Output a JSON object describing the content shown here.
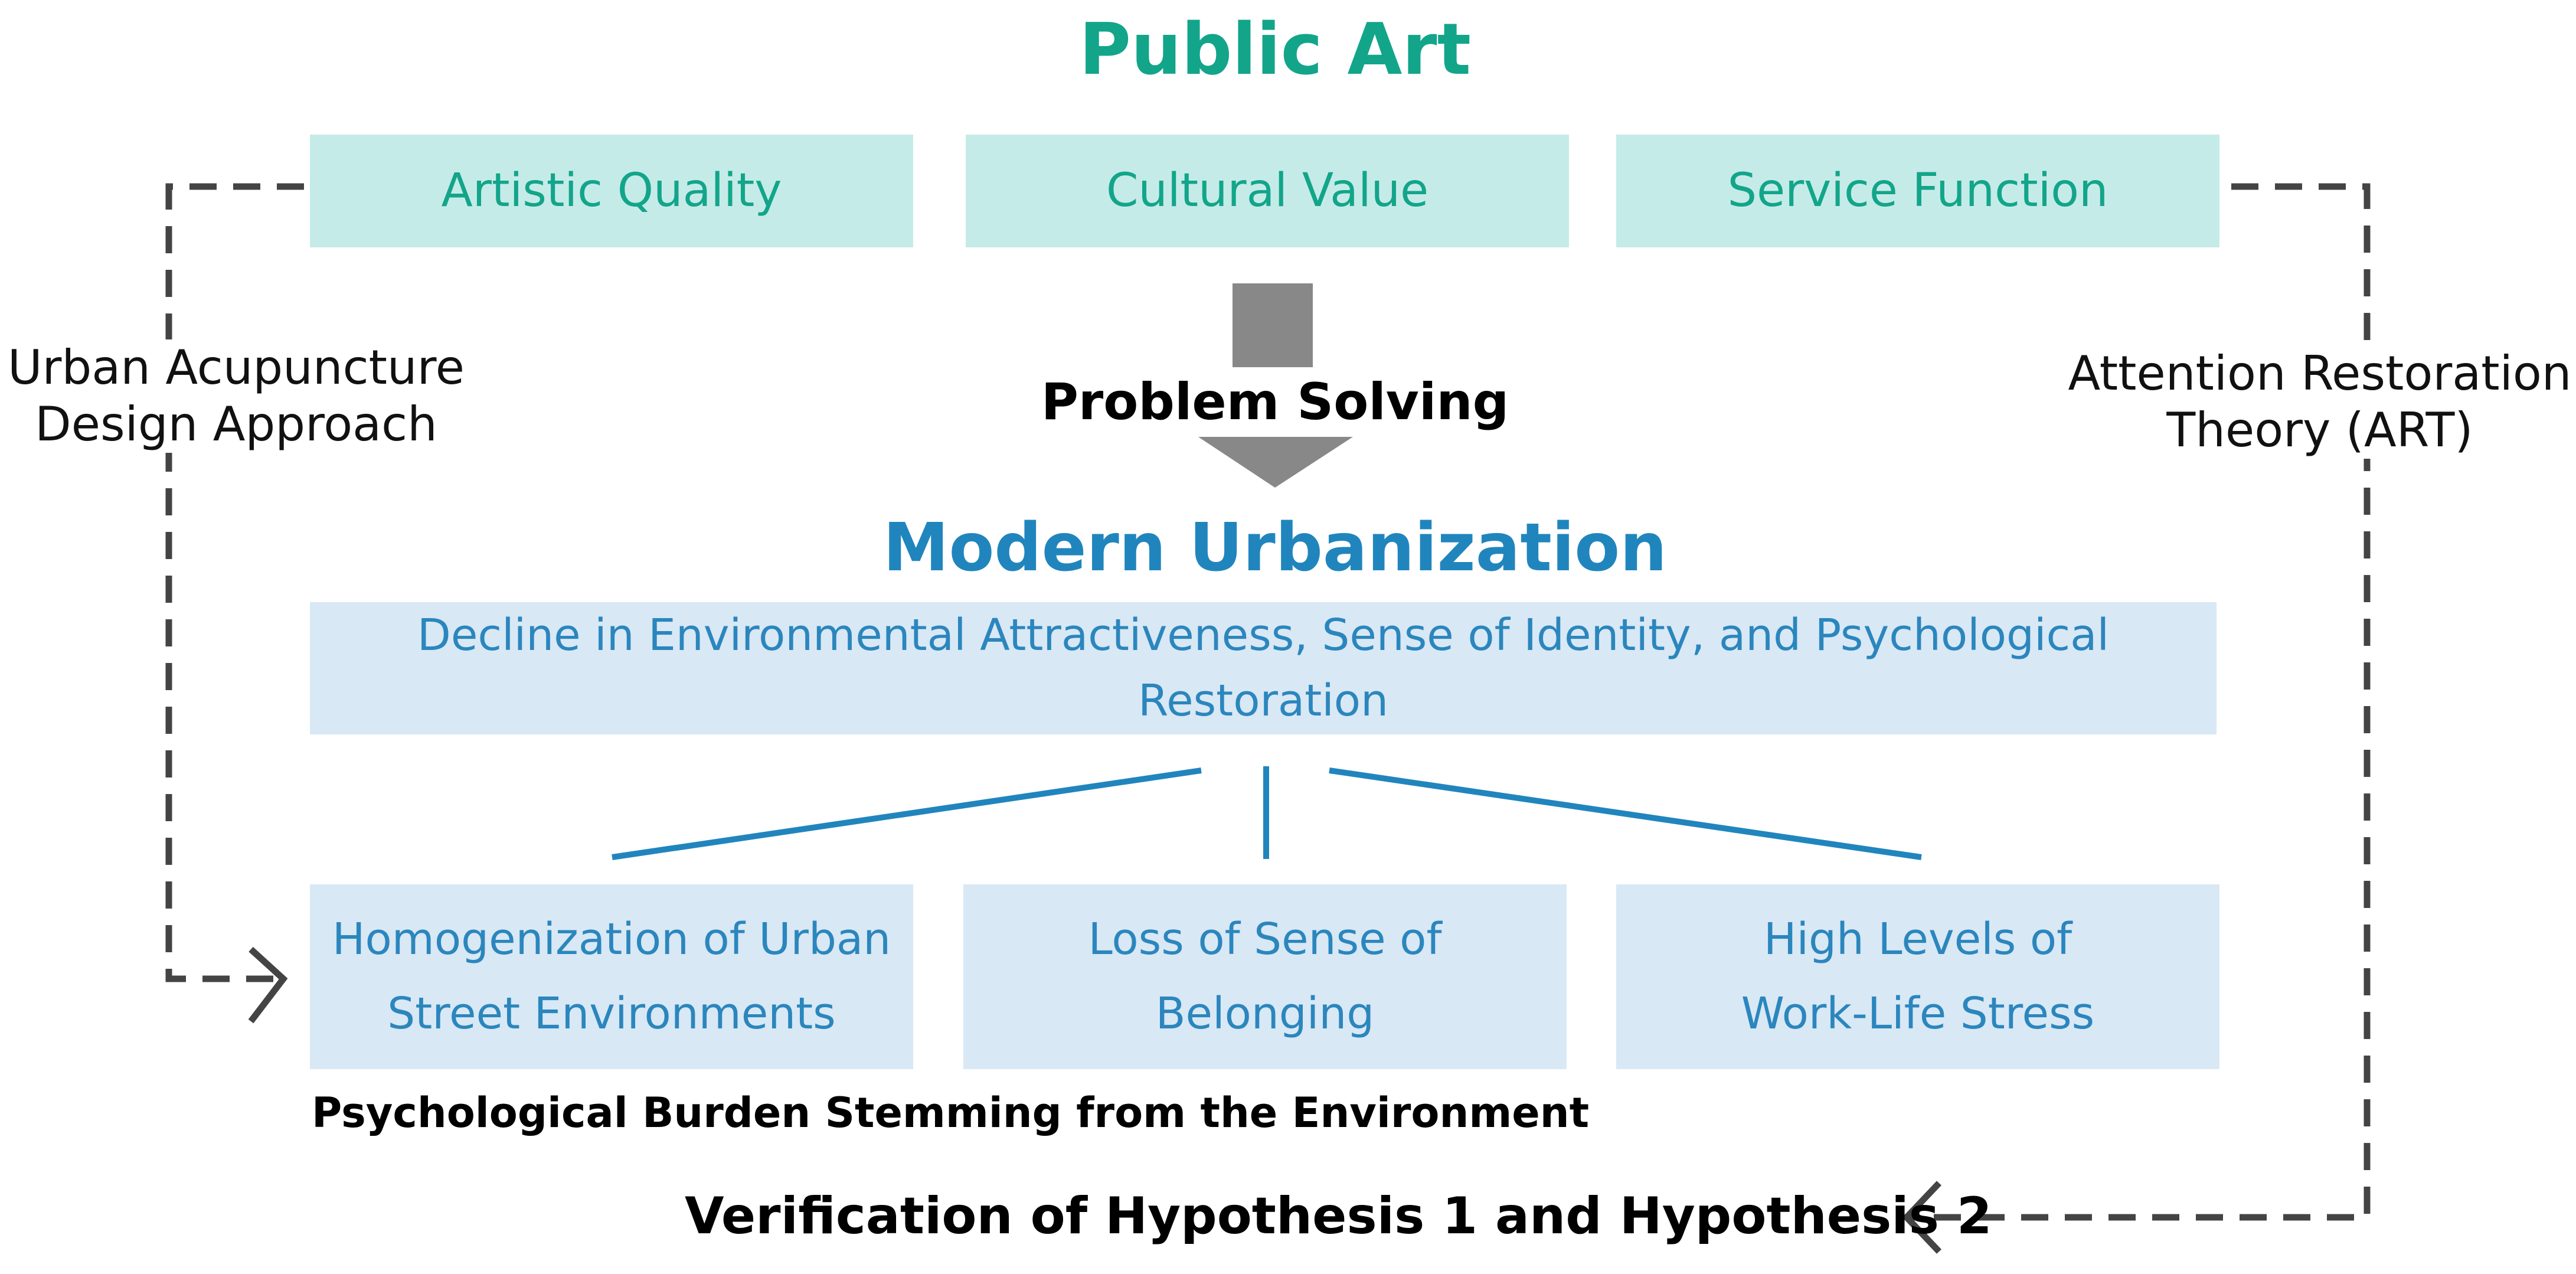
{
  "colors": {
    "green_accent": "#12a58a",
    "green_box": "#c5ebe8",
    "blue_accent": "#2185bd",
    "blue_box": "#d8e8f5",
    "arrow_gray": "#888888",
    "dashed_line": "#444444"
  },
  "public_art": {
    "title": "Public Art",
    "boxes": [
      "Artistic Quality",
      "Cultural Value",
      "Service Function"
    ]
  },
  "problem_solving": {
    "label": "Problem Solving"
  },
  "modern_urbanization": {
    "title": "Modern Urbanization",
    "decline_box": "Decline in Environmental Attractiveness, Sense of Identity, and Psychological Restoration",
    "issues": [
      {
        "line1": "Homogenization of Urban",
        "line2": "Street Environments"
      },
      {
        "line1": "Loss of Sense of",
        "line2": "Belonging"
      },
      {
        "line1": "High Levels of",
        "line2": "Work-Life Stress"
      }
    ],
    "burden_label": "Psychological Burden Stemming from the Environment"
  },
  "left_path": {
    "line1": "Urban Acupuncture",
    "line2": "Design Approach"
  },
  "right_path": {
    "line1": "Attention Restoration",
    "line2": "Theory (ART)"
  },
  "verification": {
    "label": "Verification of Hypothesis 1 and Hypothesis 2"
  }
}
